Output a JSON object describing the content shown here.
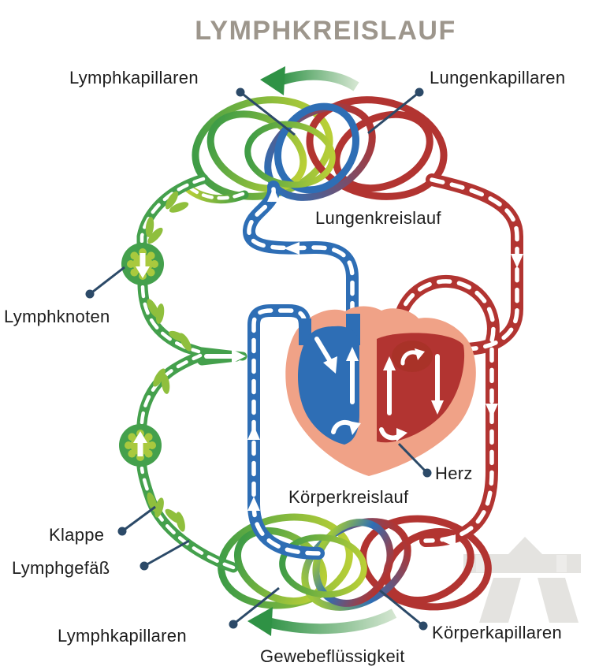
{
  "title": "LYMPHKREISLAUF",
  "labels": {
    "lymphkapillaren_top": "Lymphkapillaren",
    "lungenkapillaren": "Lungenkapillaren",
    "lungenkreislauf": "Lungenkreislauf",
    "lymphknoten": "Lymphknoten",
    "herz": "Herz",
    "koerperkreislauf": "Körperkreislauf",
    "klappe": "Klappe",
    "lymphgefaess": "Lymphgefäß",
    "lymphkapillaren_bottom": "Lymphkapillaren",
    "koerperkapillaren": "Körperkapillaren",
    "gewebefluessigkeit": "Gewebeflüssigkeit"
  },
  "colors": {
    "title_gray": "#9d968c",
    "label_text": "#1d1d1d",
    "pointer_line_navy": "#2c4a68",
    "lymph_green": "#44a04c",
    "capillary_yellow_green": "#b5cc37",
    "vein_blue": "#2e6eb5",
    "artery_red": "#b23431",
    "heart_muscle_salmon": "#f0a287",
    "heart_chamber_red": "#b23431",
    "heart_chamber_blue": "#2e6eb5",
    "watermark_gray": "#e4e3e0",
    "flow_arrow_white": "#ffffff"
  },
  "icons": {
    "top_flow_arrow": "green-curved-arrow-left",
    "bottom_flow_arrow": "green-curved-arrow-left",
    "lymph_node_symbol": "green-circle-scalloped-core",
    "valve_symbol": "green-leaf-pair",
    "watermark_logo": "gray-A-monogram"
  }
}
